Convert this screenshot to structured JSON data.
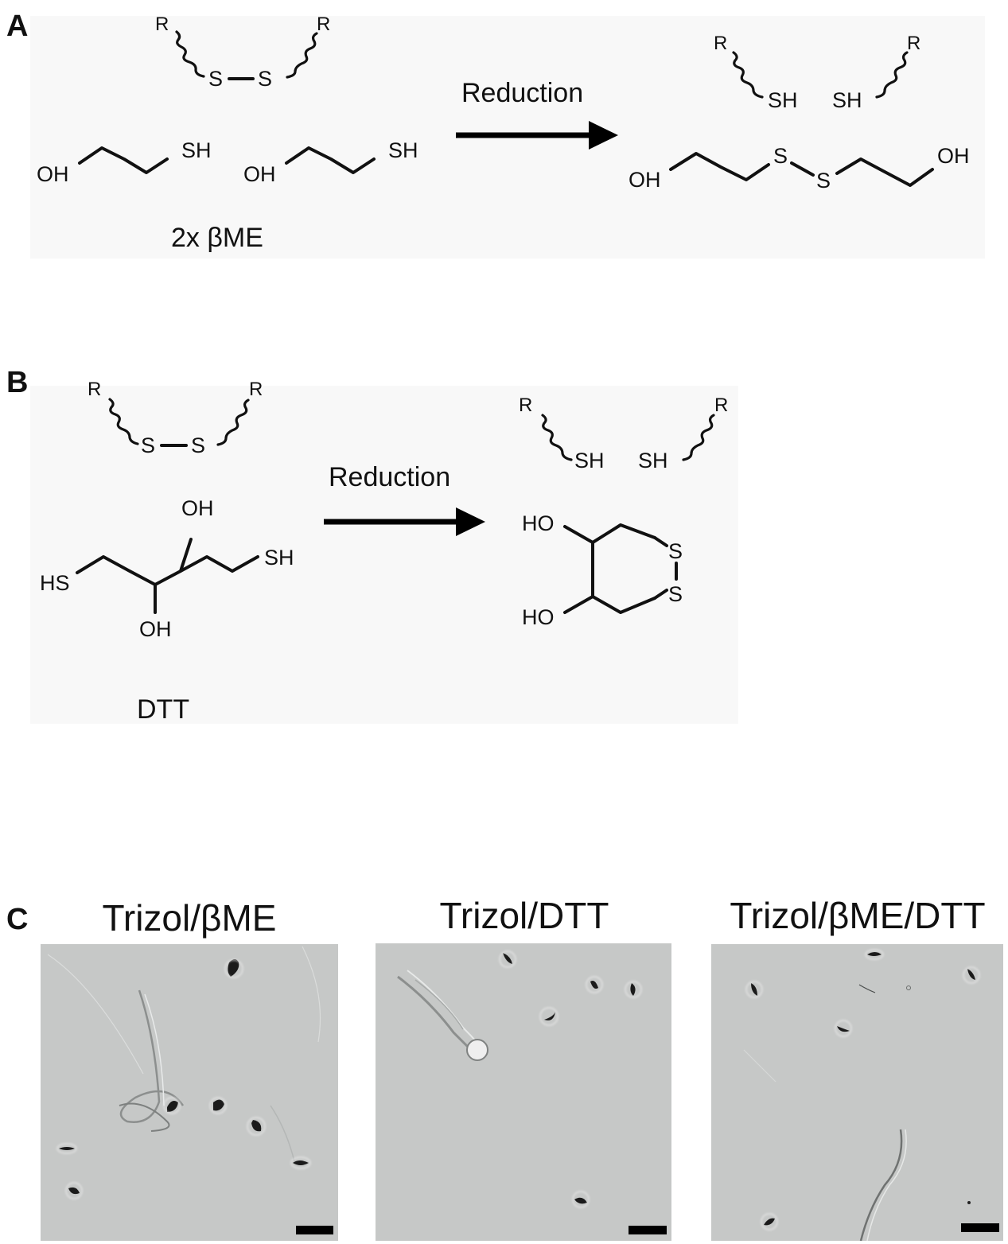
{
  "panels": {
    "a": {
      "letter": "A",
      "arrow_label": "Reduction",
      "reagent_caption": "2x βME",
      "r_group": "R",
      "s_atom": "S",
      "sh_group": "SH",
      "oh_group": "OH"
    },
    "b": {
      "letter": "B",
      "arrow_label": "Reduction",
      "reagent_caption": "DTT",
      "r_group": "R",
      "s_atom": "S",
      "sh_group": "SH",
      "hs_group": "HS",
      "oh_group": "OH",
      "ho_group": "HO"
    },
    "c": {
      "letter": "C",
      "titles": [
        "Trizol/βME",
        "Trizol/DTT",
        "Trizol/βME/DTT"
      ]
    }
  },
  "colors": {
    "micrograph_background": "#c6c8c7",
    "cell_dark": "#1b1b1b",
    "scale_bar": "#000000"
  }
}
